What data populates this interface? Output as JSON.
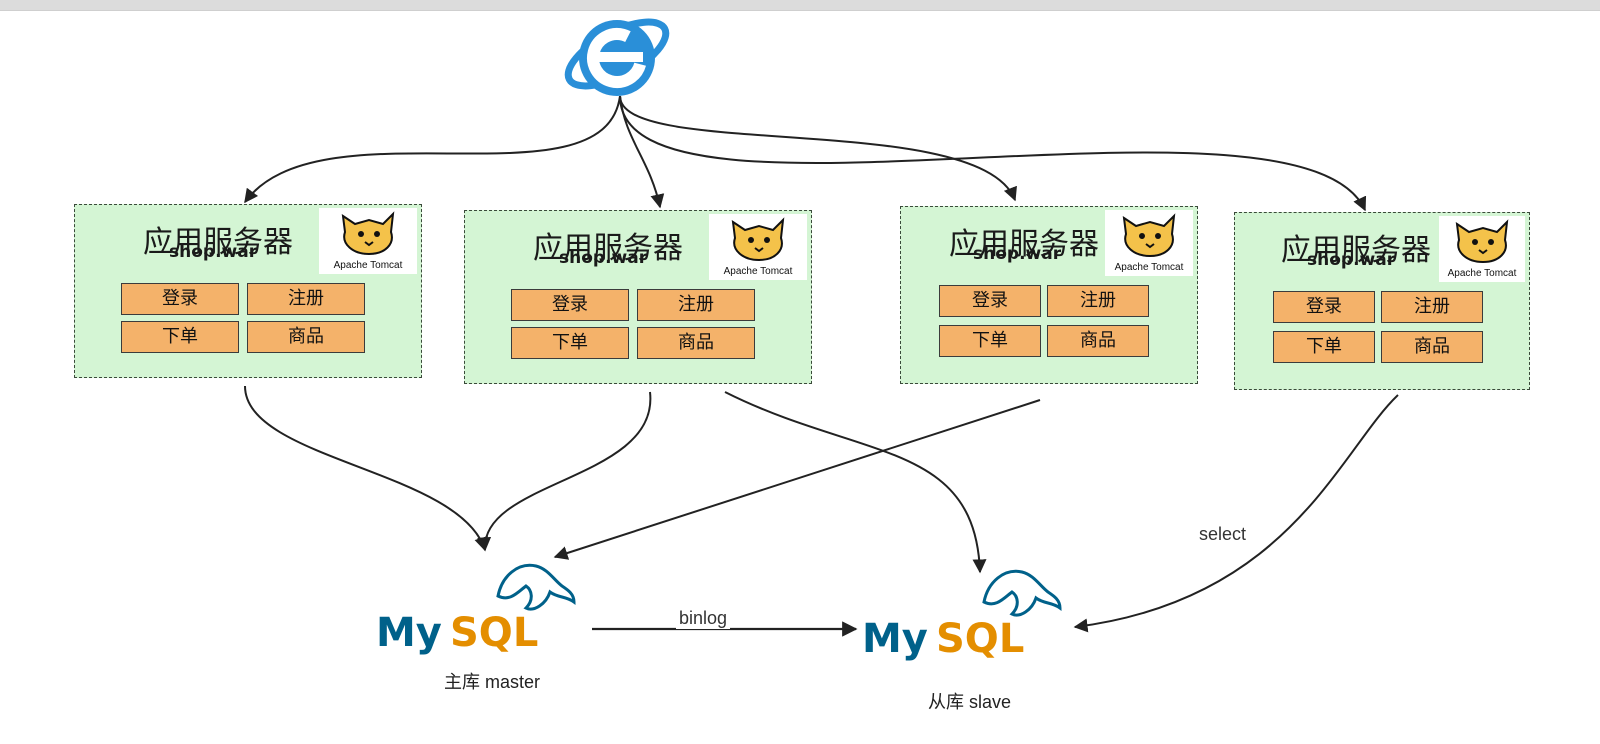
{
  "servers": [
    {
      "title": "应用服务器",
      "subtitle": "shop.war",
      "logo_text": "Apache Tomcat",
      "buttons": [
        "登录",
        "注册",
        "下单",
        "商品"
      ]
    },
    {
      "title": "应用服务器",
      "subtitle": "shop.war",
      "logo_text": "Apache Tomcat",
      "buttons": [
        "登录",
        "注册",
        "下单",
        "商品"
      ]
    },
    {
      "title": "应用服务器",
      "subtitle": "shop.war",
      "logo_text": "Apache Tomcat",
      "buttons": [
        "登录",
        "注册",
        "下单",
        "商品"
      ]
    },
    {
      "title": "应用服务器",
      "subtitle": "shop.war",
      "logo_text": "Apache Tomcat",
      "buttons": [
        "登录",
        "注册",
        "下单",
        "商品"
      ]
    }
  ],
  "databases": {
    "master": {
      "logo_text": "MySQL",
      "caption": "主库 master"
    },
    "slave": {
      "logo_text": "MySQL",
      "caption": "从库 slave"
    }
  },
  "edges": {
    "replication_label": "binlog",
    "read_label": "select"
  },
  "icons": {
    "browser": "internet-explorer-icon",
    "app_server": "tomcat-logo",
    "database": "mysql-dolphin-icon"
  },
  "colors": {
    "server_bg": "#d4f5d4",
    "button_bg": "#f4b26a",
    "ie_blue": "#2a8fd8",
    "mysql_blue": "#00618a",
    "mysql_orange": "#e48e00"
  }
}
